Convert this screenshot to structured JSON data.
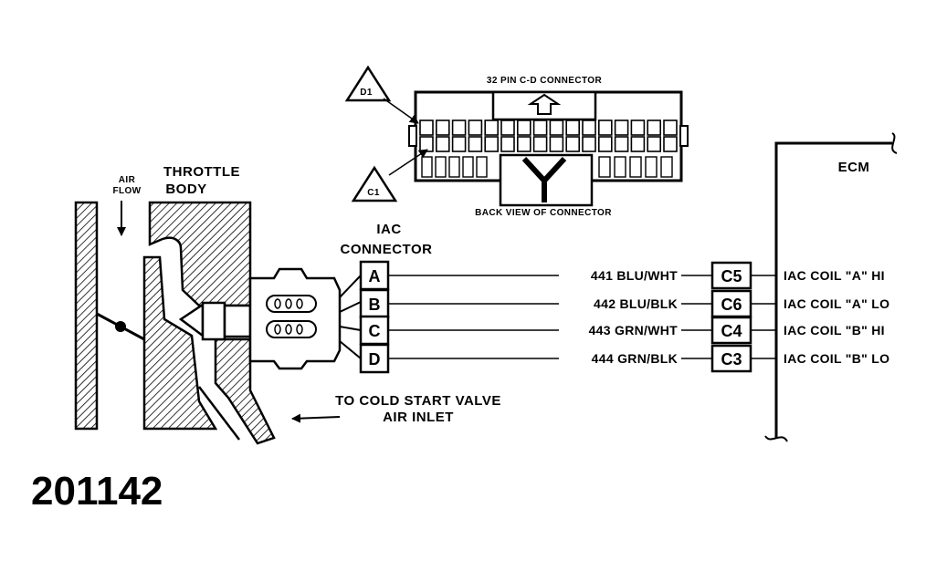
{
  "labels": {
    "connector_title": "32 PIN C-D CONNECTOR",
    "back_view": "BACK VIEW OF CONNECTOR",
    "badge_d1": "D1",
    "badge_c1": "C1",
    "air_flow_1": "AIR",
    "air_flow_2": "FLOW",
    "throttle_1": "THROTTLE",
    "throttle_2": "BODY",
    "iac_1": "IAC",
    "iac_2": "CONNECTOR",
    "ecm": "ECM",
    "cold_start_1": "TO COLD START VALVE",
    "cold_start_2": "AIR INLET",
    "figure_number": "201142"
  },
  "circuits": [
    {
      "pin": "A",
      "wire": "441 BLU/WHT",
      "ecm_pin": "C5",
      "function": "IAC COIL \"A\" HI"
    },
    {
      "pin": "B",
      "wire": "442 BLU/BLK",
      "ecm_pin": "C6",
      "function": "IAC COIL \"A\" LO"
    },
    {
      "pin": "C",
      "wire": "443 GRN/WHT",
      "ecm_pin": "C4",
      "function": "IAC COIL \"B\" HI"
    },
    {
      "pin": "D",
      "wire": "444 GRN/BLK",
      "ecm_pin": "C3",
      "function": "IAC COIL \"B\" LO"
    }
  ]
}
